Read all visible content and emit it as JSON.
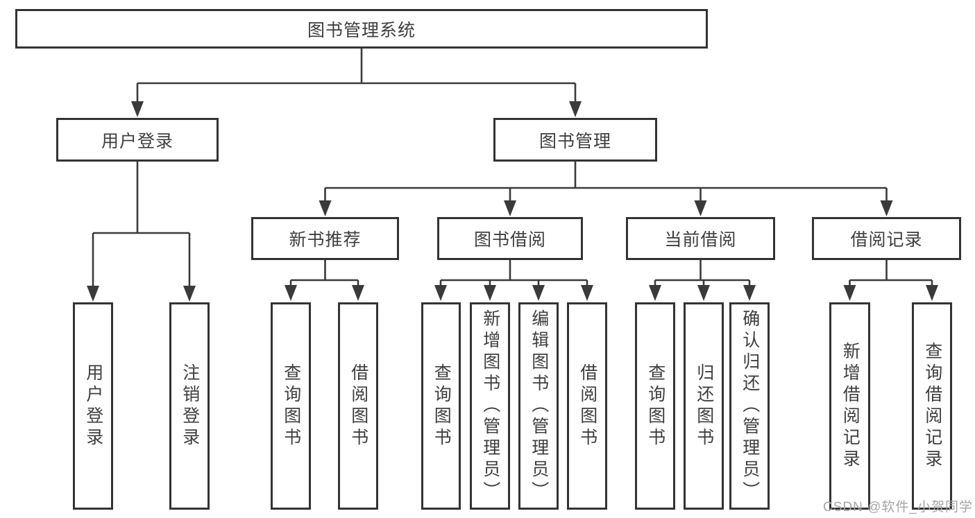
{
  "diagram": {
    "root": "图书管理系统",
    "branches": [
      {
        "label": "用户登录",
        "children": [
          "用户登录",
          "注销登录"
        ]
      },
      {
        "label": "图书管理",
        "children": [
          {
            "label": "新书推荐",
            "children": [
              "查询图书",
              "借阅图书"
            ]
          },
          {
            "label": "图书借阅",
            "children": [
              "查询图书",
              "新增图书（管理员）",
              "编辑图书（管理员）",
              "借阅图书"
            ]
          },
          {
            "label": "当前借阅",
            "children": [
              "查询图书",
              "归还图书",
              "确认归还（管理员）"
            ]
          },
          {
            "label": "借阅记录",
            "children": [
              "新增借阅记录",
              "查询借阅记录"
            ]
          }
        ]
      }
    ]
  },
  "watermark": "CSDN @软件_小贺同学",
  "colors": {
    "line": "#3a3a3a",
    "box_border": "#333333",
    "text": "#3e3e3e",
    "watermark": "#a5a5a5",
    "background": "#ffffff"
  }
}
